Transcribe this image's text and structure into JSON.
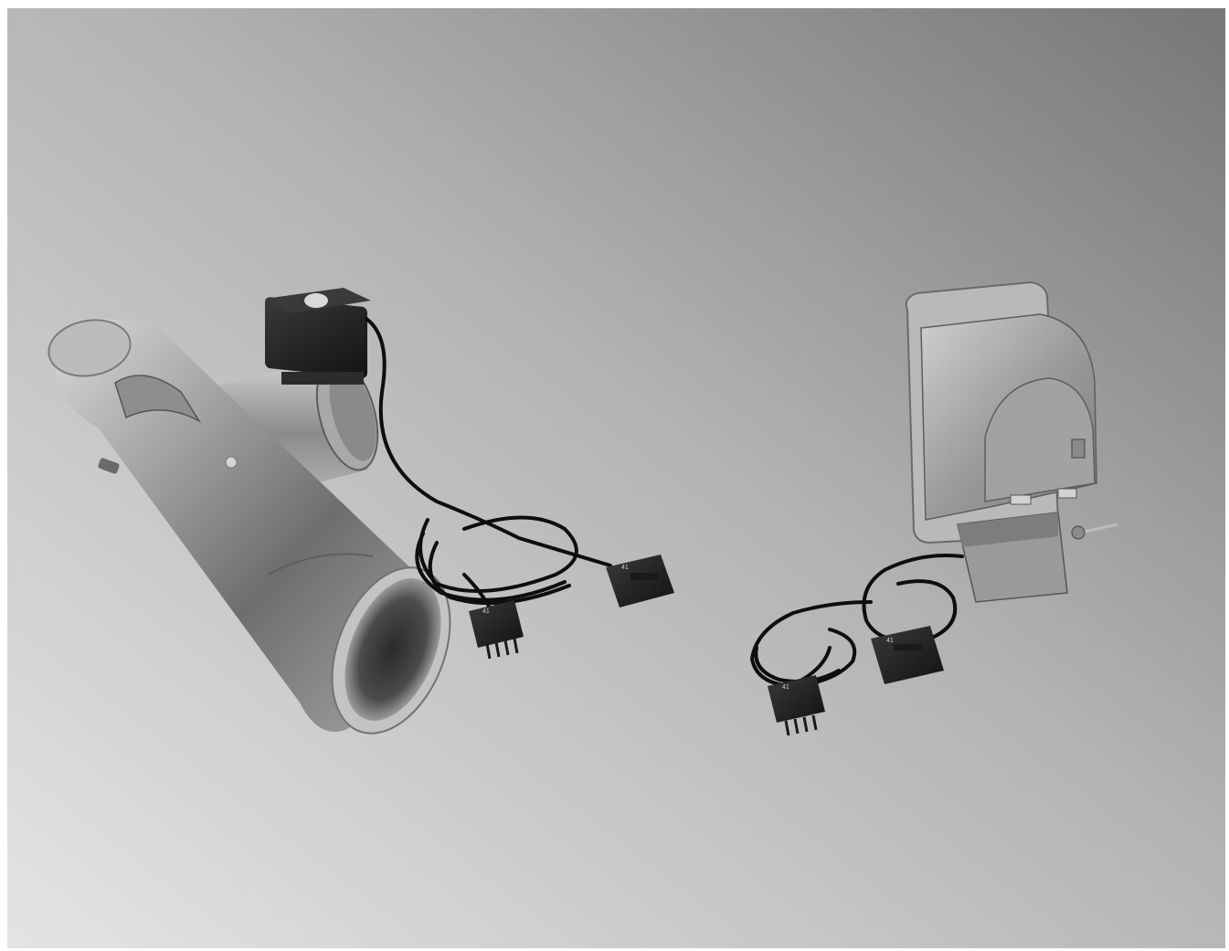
{
  "photo": {
    "background": {
      "gradient_start": "#e4e4e4",
      "gradient_mid": "#b3b3b3",
      "gradient_end": "#777777"
    },
    "palette": {
      "metal_light": "#e6e6e6",
      "metal_mid": "#b5b5b5",
      "metal_dark": "#6f6f6f",
      "plastic_black": "#1f1f1f",
      "cable": "#0e0e0e"
    },
    "connector_labels": {
      "left_connector_a": "41",
      "left_connector_b": "41",
      "right_connector_a": "41",
      "right_connector_b": "41"
    }
  }
}
